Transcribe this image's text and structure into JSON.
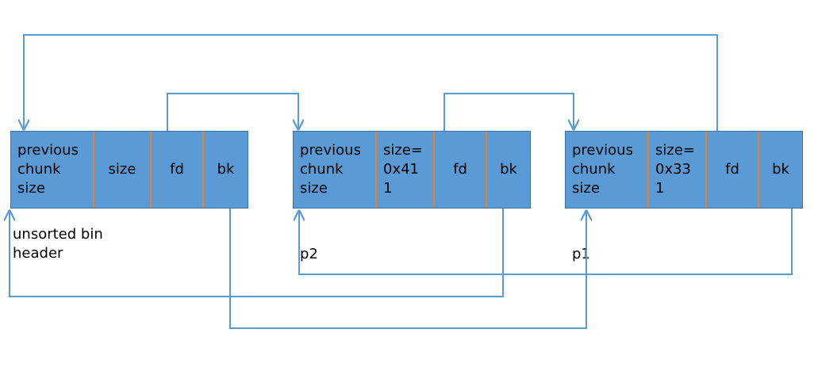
{
  "chunks": [
    {
      "prev": "previous\nchunk\nsize",
      "size": "size",
      "fd": "fd",
      "bk": "bk"
    },
    {
      "prev": "previous\nchunk\nsize",
      "size": "size=\n0x41\n1",
      "fd": "fd",
      "bk": "bk"
    },
    {
      "prev": "previous\nchunk\nsize",
      "size": "size=\n0x33\n1",
      "fd": "fd",
      "bk": "bk"
    }
  ],
  "labels": {
    "header": "unsorted bin\nheader",
    "p2": "p2",
    "p1": "p1"
  },
  "colors": {
    "box_fill": "#5b9bd5",
    "box_border": "#41719c",
    "divider": "#ed7d31",
    "arrow": "#5b9bd5"
  }
}
